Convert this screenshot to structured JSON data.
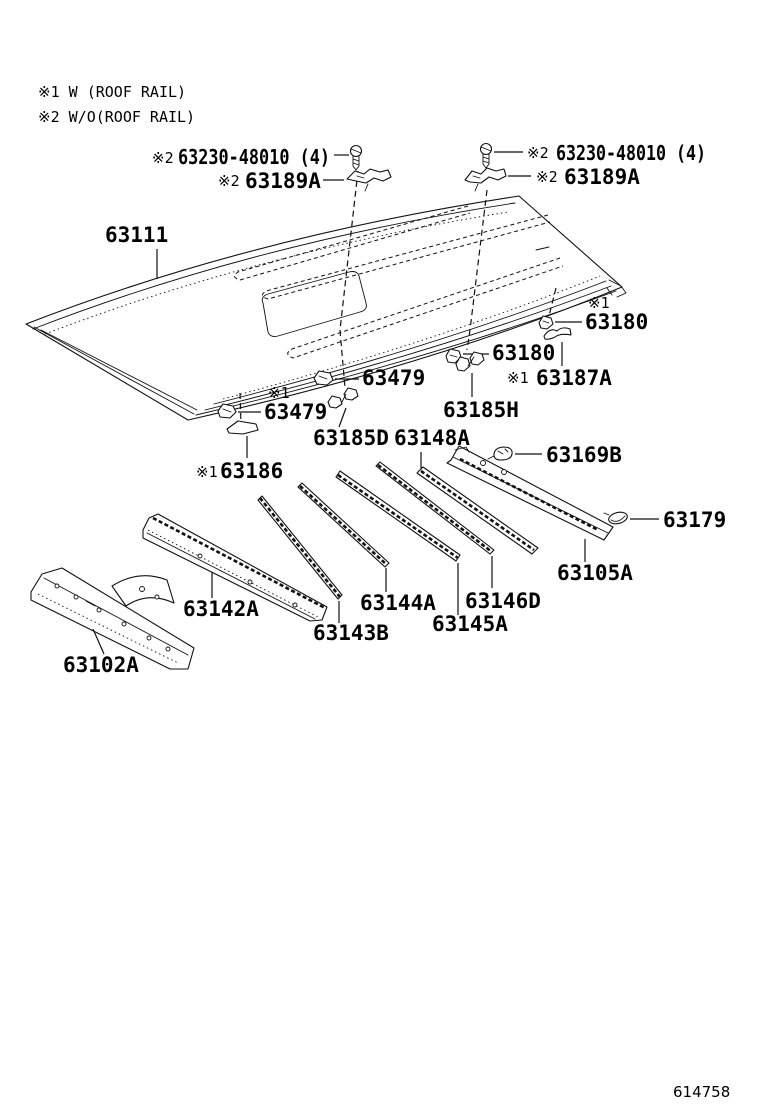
{
  "notes": {
    "line1": "※1 W (ROOF RAIL)",
    "line2": "※2 W/O(ROOF RAIL)"
  },
  "footer": {
    "code": "614758"
  },
  "labels": {
    "bolt_left_mark": "※2",
    "bolt_left_number": "63230-48010 (4)",
    "clip189_left_mark": "※2",
    "clip189_left_number": "63189A",
    "bolt_right_mark": "※2",
    "bolt_right_number": "63230-48010 (4)",
    "clip189_right_mark": "※2",
    "clip189_right_number": "63189A",
    "roof_panel": "63111",
    "clip_63180_right_mark": "※1",
    "clip_63180_right": "63180",
    "clip_63180_center": "63180",
    "bracket_63187a_mark": "※1",
    "bracket_63187a": "63187A",
    "clip_63479_right": "63479",
    "clip_63479_left_mark": "※1",
    "clip_63479_left": "63479",
    "bracket_63185h": "63185H",
    "bracket_63185d": "63185D",
    "bow_63148a": "63148A",
    "clip_63186_mark": "※1",
    "clip_63186": "63186",
    "clip_63169b": "63169B",
    "grommet_63179": "63179",
    "bow_63105a": "63105A",
    "bow_63142a": "63142A",
    "bow_63143b": "63143B",
    "bow_63144a": "63144A",
    "bow_63145a": "63145A",
    "bow_63146d": "63146D",
    "header_63102a": "63102A"
  }
}
